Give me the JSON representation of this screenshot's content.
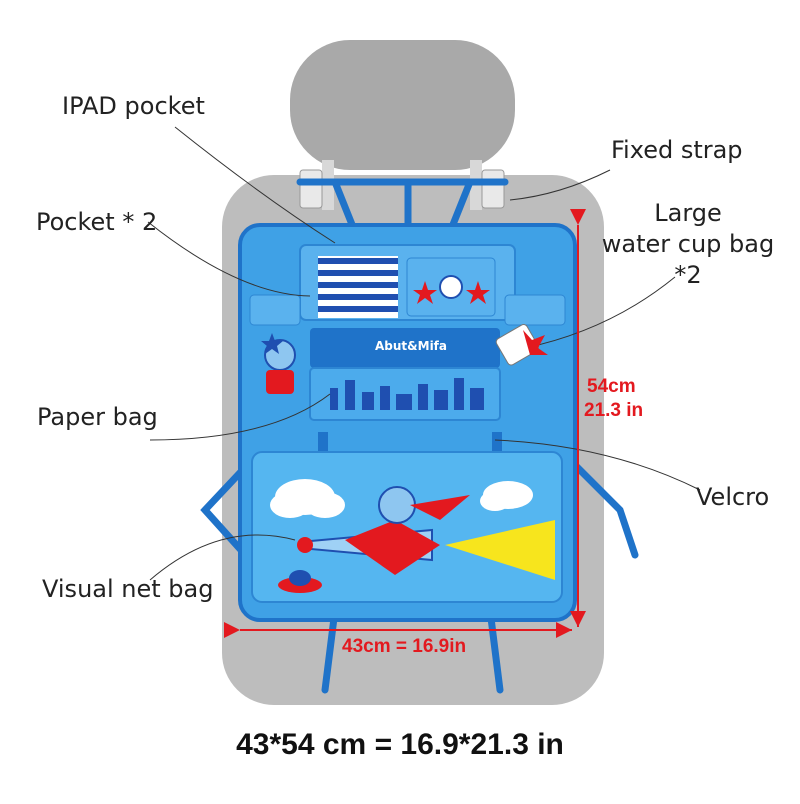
{
  "labels": {
    "ipad_pocket": "IPAD pocket",
    "fixed_strap": "Fixed strap",
    "pocket_2": "Pocket * 2",
    "large_cup_l1": "Large",
    "large_cup_l2": "water cup bag",
    "large_cup_l3": "*2",
    "paper_bag": "Paper bag",
    "velcro": "Velcro",
    "visual_net_bag": "Visual net bag"
  },
  "brand": {
    "name": "Abut&Mifa"
  },
  "dimensions": {
    "height_cm": "54cm",
    "height_in": "21.3 in",
    "width_text": "43cm = 16.9in",
    "summary": "43*54 cm = 16.9*21.3 in"
  },
  "colors": {
    "organizer_blue": "#3fa1e6",
    "organizer_dark": "#1f73c9",
    "seat_gray": "#b5b5b5",
    "dimension_red": "#e3191f",
    "text": "#222222"
  }
}
